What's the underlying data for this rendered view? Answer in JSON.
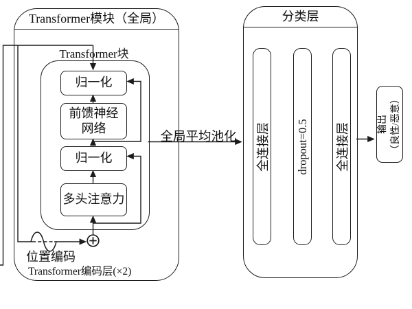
{
  "colors": {
    "ink": "#1c1c1c",
    "background": "#ffffff"
  },
  "transformer_module": {
    "title": "Transformer模块（全局）",
    "block_label": "Transformer块",
    "norm_top": "归一化",
    "feed_forward": "前馈神经网络",
    "norm_bottom": "归一化",
    "multi_head_attention": "多头注意力",
    "position_encoding": "位置编码",
    "encoder_layer": "Transformer编码层(×2)"
  },
  "pooling_arrow_label": "全局平均池化",
  "classifier": {
    "title": "分类层",
    "layers": [
      "全连接层",
      "dropout=0.5",
      "全连接层"
    ]
  },
  "output": {
    "line1": "输出",
    "line2": "（良性/恶意）"
  }
}
